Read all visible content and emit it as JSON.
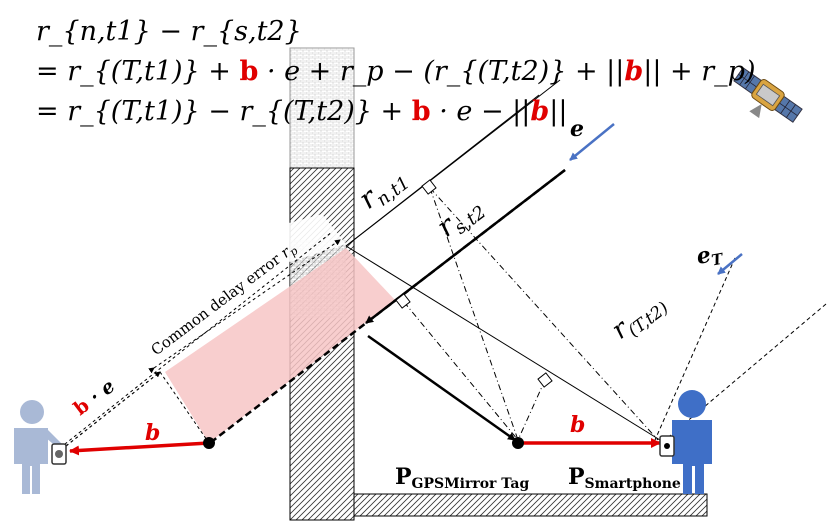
{
  "equation": {
    "line1": "r_{n,t1} − r_{s,t2}",
    "line2_a": "= r_{(T,t1)} + ",
    "line2_b": "b",
    "line2_c": " · e + r_p − (r_{(T,t2)} + ||",
    "line2_d": "b",
    "line2_e": "|| + r_p)",
    "line3_a": "= r_{(T,t1)} − r_{(T,t2)} + ",
    "line3_b": "b",
    "line3_c": " · e − ||",
    "line3_d": "b",
    "line3_e": "||"
  },
  "labels": {
    "e": "e",
    "e_T": "e",
    "e_T_sub": "T",
    "r_nt1": "r",
    "r_nt1_sub": "n,t1",
    "r_st2": "r",
    "r_st2_sub": "s,t2",
    "r_Tt2": "r",
    "r_Tt2_sub": "(T,t2)",
    "common_delay": "Common delay error ",
    "common_delay_r": "r",
    "common_delay_sub": "p",
    "b_dot_e_b": "b",
    "b_dot_e_rest": " · e",
    "b_left": "b",
    "b_right": "b",
    "tag_main": "P",
    "tag_sub": "GPSMirror Tag",
    "phone_main": "P",
    "phone_sub": "Smartphone"
  },
  "colors": {
    "accent_red": "#e00000",
    "arrow_blue": "#4a72c4",
    "shade_pink": "#f7c6c6",
    "person_grey": "#a9b9d6",
    "person_blue": "#3f6fc7"
  },
  "icons": [
    "satellite-icon",
    "person-left-icon",
    "person-right-icon",
    "phone-left-icon",
    "phone-right-icon"
  ]
}
